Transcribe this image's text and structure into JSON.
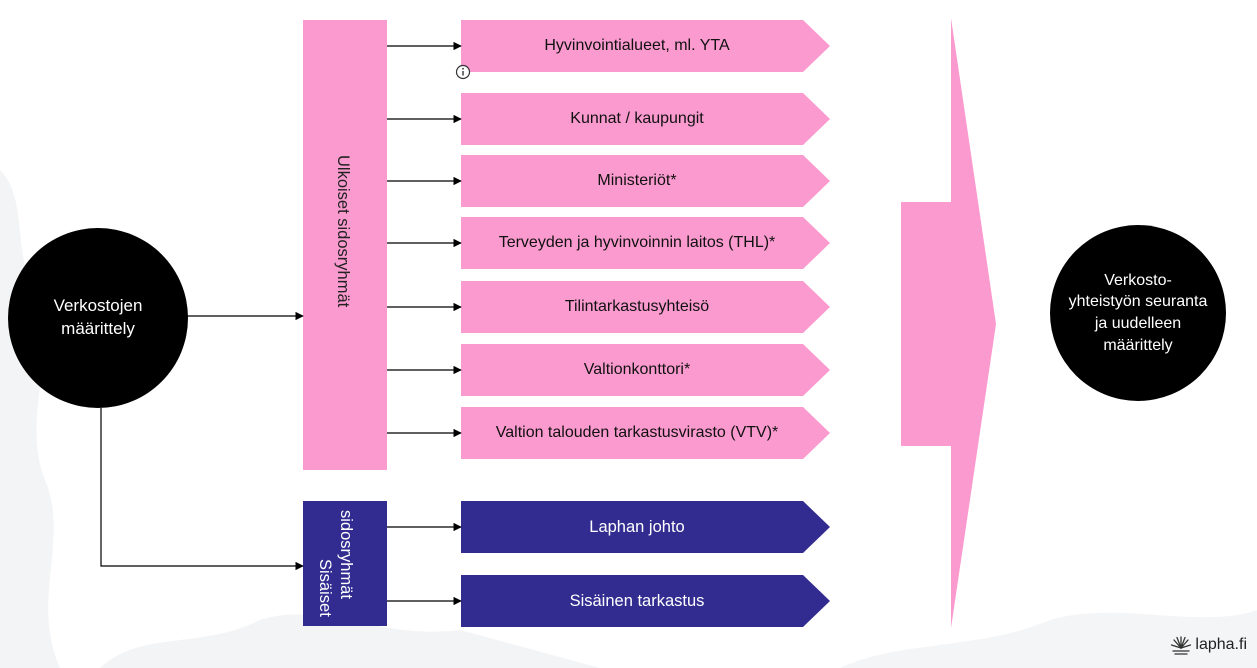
{
  "colors": {
    "external": "#fa9ace",
    "internal": "#322c90",
    "circle": "#000000",
    "arrow": "#000000"
  },
  "left_circle": {
    "label": "Verkostojen\nmäärittely"
  },
  "right_circle": {
    "label": "Verkosto-\nyhteistyön seuranta\nja uudelleen\nmäärittely"
  },
  "external_group": {
    "label": "Ulkoiset sidosryhmät",
    "items": [
      "Hyvinvointialueet, ml. YTA",
      "Kunnat / kaupungit",
      "Ministeriöt*",
      "Terveyden ja hyvinvoinnin laitos (THL)*",
      "Tilintarkastusyhteisö",
      "Valtionkonttori*",
      "Valtion talouden tarkastusvirasto (VTV)*"
    ]
  },
  "internal_group": {
    "label_line1": "Sisäiset",
    "label_line2": "sidosryhmät",
    "items": [
      "Laphan johto",
      "Sisäinen tarkastus"
    ]
  },
  "logo": {
    "text": "lapha.fi",
    "icon": "sunburst-icon"
  },
  "info_icon": "info-icon"
}
